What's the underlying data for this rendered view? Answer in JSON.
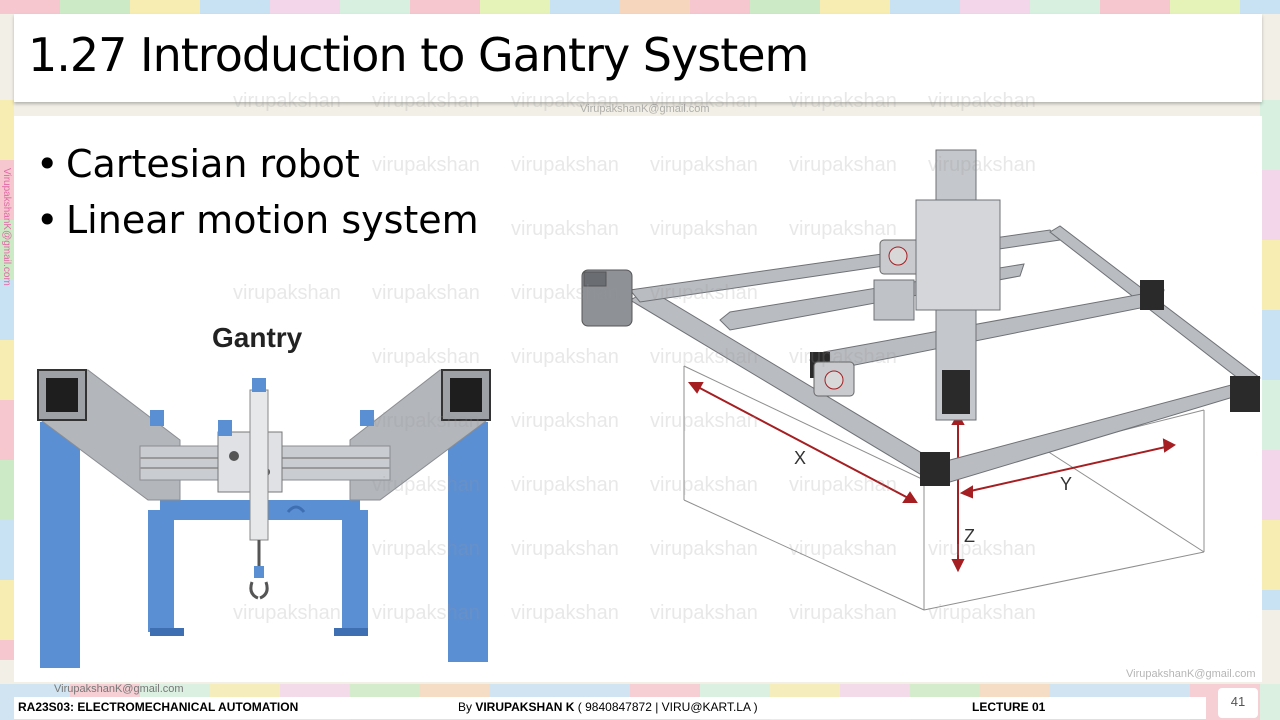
{
  "slide": {
    "title": "1.27 Introduction to Gantry System",
    "bullets": [
      "Cartesian robot",
      "Linear motion system"
    ],
    "bullet_glyph": "•",
    "gantry_label": "Gantry",
    "axis_labels": {
      "x": "X",
      "y": "Y",
      "z": "Z"
    }
  },
  "watermark": {
    "text": "virupakshan",
    "email": "VirupakshanK@gmail.com",
    "side_email": "VirupakshanK@gmail.com"
  },
  "footer": {
    "course": "RA23S03:   ELECTROMECHANICAL AUTOMATION",
    "by_prefix": "By ",
    "author": "VIRUPAKSHAN K",
    "contact": " ( 9840847872 | VIRU@KART.LA )",
    "lecture": "LECTURE 01",
    "page_number": "41"
  },
  "colors": {
    "gantry_blue": "#5b8fd4",
    "frame_grey": "#b3b6bb",
    "axis_red": "#a51e22",
    "side_email_pink": "#e06aa6"
  }
}
